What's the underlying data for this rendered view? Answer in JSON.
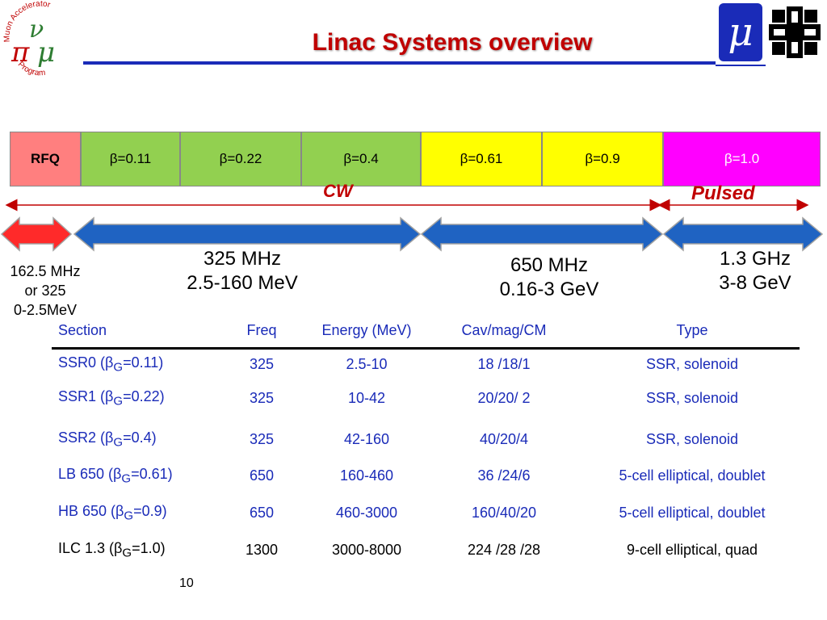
{
  "logos": {
    "map_ring_text": "Muon Accelerator",
    "map_ring_text_bottom": "Program",
    "map_pi": "π",
    "map_nu": "ν",
    "map_mu": "μ",
    "mu_symbol": "μ",
    "fermilab_icon": "fermilab-logo-icon"
  },
  "title": "Linac Systems overview",
  "colors": {
    "title": "#c00000",
    "rule": "#1a2bb8",
    "rfq": "#ff7f7f",
    "green": "#92d050",
    "yellow": "#ffff00",
    "magenta": "#ff00ff",
    "arrow_red": "#ff2a2a",
    "arrow_blue": "#1f63c2"
  },
  "sections_bar": [
    {
      "label": "RFQ"
    },
    {
      "label": "β=0.11"
    },
    {
      "label": "β=0.22"
    },
    {
      "label": "β=0.4"
    },
    {
      "label": "β=0.61"
    },
    {
      "label": "β=0.9"
    },
    {
      "label": "β=1.0"
    }
  ],
  "mode_labels": {
    "cw": "CW",
    "pulsed": "Pulsed"
  },
  "frequency_bands": {
    "rfq": [
      "162.5 MHz",
      "or 325",
      "0-2.5MeV"
    ],
    "band_325": [
      "325 MHz",
      "2.5-160 MeV"
    ],
    "band_650": [
      "650 MHz",
      "0.16-3 GeV"
    ],
    "band_13": [
      "1.3 GHz",
      "3-8 GeV"
    ]
  },
  "table": {
    "headers": [
      "Section",
      "Freq",
      "Energy (MeV)",
      "Cav/mag/CM",
      "Type"
    ],
    "rows": [
      {
        "section_pre": "SSR0 (",
        "section_beta": "β",
        "section_sub": "G",
        "section_post": "=0.11)",
        "freq": "325",
        "energy": "2.5-10",
        "cav": "18 /18/1",
        "type": "SSR, solenoid"
      },
      {
        "section_pre": "SSR1 (",
        "section_beta": "β",
        "section_sub": "G",
        "section_post": "=0.22)",
        "freq": "325",
        "energy": "10-42",
        "cav": "20/20/ 2",
        "type": "SSR, solenoid"
      },
      {
        "section_pre": "SSR2 (",
        "section_beta": "β",
        "section_sub": "G",
        "section_post": "=0.4)",
        "freq": "325",
        "energy": "42-160",
        "cav": "40/20/4",
        "type": "SSR, solenoid"
      },
      {
        "section_pre": "LB 650   (",
        "section_beta": "β",
        "section_sub": "G",
        "section_post": "=0.61)",
        "freq": "650",
        "energy": "160-460",
        "cav": "36 /24/6",
        "type": "5-cell elliptical, doublet"
      },
      {
        "section_pre": "HB 650   (",
        "section_beta": "β",
        "section_sub": "G",
        "section_post": "=0.9)",
        "freq": "650",
        "energy": "460-3000",
        "cav": "160/40/20",
        "type": "5-cell elliptical, doublet"
      },
      {
        "section_pre": "ILC  1.3 (",
        "section_beta": "β",
        "section_sub": "G",
        "section_post": "=1.0)",
        "freq": "1300",
        "energy": "3000-8000",
        "cav": "224 /28 /28",
        "type": "9-cell elliptical, quad"
      }
    ]
  },
  "page_number": "10"
}
